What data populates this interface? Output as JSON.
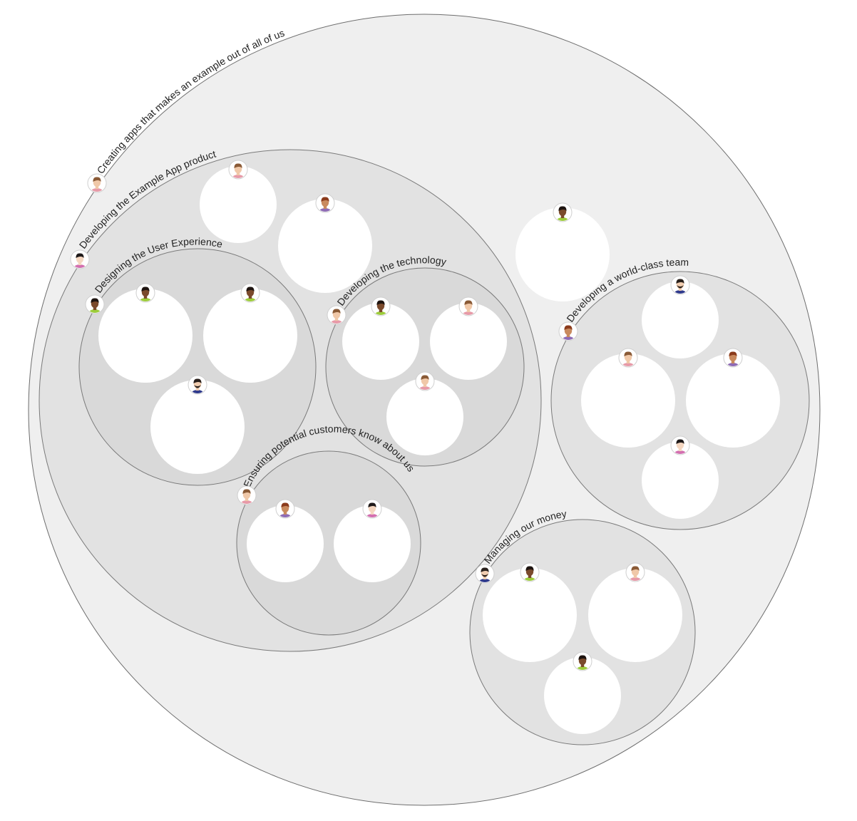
{
  "circles": [
    {
      "id": "root",
      "label": "Creating apps that makes an example out of all of us",
      "level": "outer",
      "lead_avatar": "avatar-female-brown"
    },
    {
      "id": "product",
      "label": "Developing the Example App product",
      "level": "team",
      "lead_avatar": "avatar-female-black-hair"
    },
    {
      "id": "ux",
      "label": "Designing the User Experience",
      "level": "sub",
      "lead_avatar": "avatar-male-dark"
    },
    {
      "id": "tech",
      "label": "Developing the technology",
      "level": "sub",
      "lead_avatar": "avatar-female-brown"
    },
    {
      "id": "marketing",
      "label": "Ensuring potential customers know about us",
      "level": "sub",
      "lead_avatar": "avatar-female-brown"
    },
    {
      "id": "team",
      "label": "Developing a world-class team",
      "level": "team",
      "lead_avatar": "avatar-female-curly"
    },
    {
      "id": "money",
      "label": "Managing our money",
      "level": "team",
      "lead_avatar": "avatar-male-beard"
    }
  ],
  "roles": [
    {
      "circle": "product",
      "avatar": "avatar-female-brown"
    },
    {
      "circle": "product",
      "avatar": "avatar-female-curly"
    },
    {
      "circle": "root",
      "avatar": "avatar-male-dark"
    },
    {
      "circle": "ux",
      "avatar": "avatar-male-dark"
    },
    {
      "circle": "ux",
      "avatar": "avatar-male-dark"
    },
    {
      "circle": "ux",
      "avatar": "avatar-male-beard"
    },
    {
      "circle": "tech",
      "avatar": "avatar-male-dark"
    },
    {
      "circle": "tech",
      "avatar": "avatar-female-brown"
    },
    {
      "circle": "tech",
      "avatar": "avatar-female-brown"
    },
    {
      "circle": "marketing",
      "avatar": "avatar-female-curly"
    },
    {
      "circle": "marketing",
      "avatar": "avatar-female-black-hair"
    },
    {
      "circle": "team",
      "avatar": "avatar-male-beard"
    },
    {
      "circle": "team",
      "avatar": "avatar-female-brown"
    },
    {
      "circle": "team",
      "avatar": "avatar-female-curly"
    },
    {
      "circle": "team",
      "avatar": "avatar-female-black-hair"
    },
    {
      "circle": "money",
      "avatar": "avatar-male-dark"
    },
    {
      "circle": "money",
      "avatar": "avatar-female-brown"
    },
    {
      "circle": "money",
      "avatar": "avatar-male-dark"
    }
  ],
  "avatar_styles": {
    "avatar-female-brown": {
      "skin": "#f0c8a8",
      "hair": "#8a5a36",
      "shirt": "#e79aa8"
    },
    "avatar-female-curly": {
      "skin": "#c98a5e",
      "hair": "#8b3b1c",
      "shirt": "#8e6bb5"
    },
    "avatar-female-black-hair": {
      "skin": "#f4d6c0",
      "hair": "#1f1a1a",
      "shirt": "#d36fb0"
    },
    "avatar-male-dark": {
      "skin": "#7a4a2c",
      "hair": "#1e1410",
      "shirt": "#9ccc3a"
    },
    "avatar-male-beard": {
      "skin": "#f1cdb0",
      "hair": "#2a211c",
      "shirt": "#2f3a8c"
    }
  }
}
